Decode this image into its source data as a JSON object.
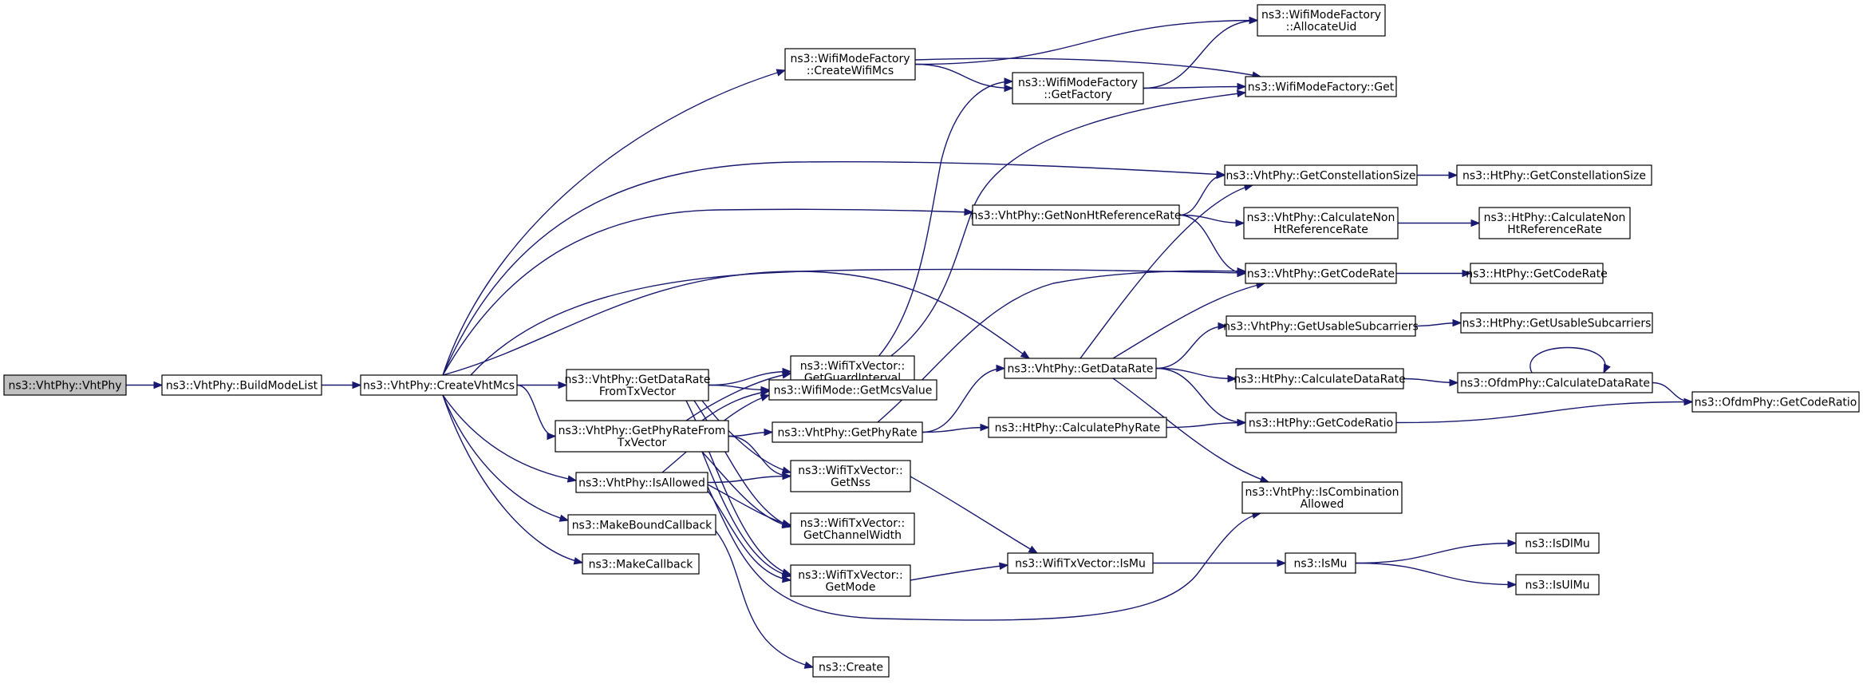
{
  "nodes": [
    {
      "id": "VhtPhy",
      "lines": [
        "ns3::VhtPhy::VhtPhy"
      ],
      "root": true
    },
    {
      "id": "BuildModeList",
      "lines": [
        "ns3::VhtPhy::BuildModeList"
      ]
    },
    {
      "id": "CreateVhtMcs",
      "lines": [
        "ns3::VhtPhy::CreateVhtMcs"
      ]
    },
    {
      "id": "CreateWifiMcs",
      "lines": [
        "ns3::WifiModeFactory",
        "::CreateWifiMcs"
      ]
    },
    {
      "id": "GetFactory",
      "lines": [
        "ns3::WifiModeFactory",
        "::GetFactory"
      ]
    },
    {
      "id": "AllocateUid",
      "lines": [
        "ns3::WifiModeFactory",
        "::AllocateUid"
      ]
    },
    {
      "id": "FactoryGet",
      "lines": [
        "ns3::WifiModeFactory::Get"
      ]
    },
    {
      "id": "VhtGetConstellationSize",
      "lines": [
        "ns3::VhtPhy::GetConstellationSize"
      ]
    },
    {
      "id": "HtGetConstellationSize",
      "lines": [
        "ns3::HtPhy::GetConstellationSize"
      ]
    },
    {
      "id": "GetNonHtReferenceRate",
      "lines": [
        "ns3::VhtPhy::GetNonHtReferenceRate"
      ]
    },
    {
      "id": "VhtCalculateNonHt",
      "lines": [
        "ns3::VhtPhy::CalculateNon",
        "HtReferenceRate"
      ]
    },
    {
      "id": "HtCalculateNonHt",
      "lines": [
        "ns3::HtPhy::CalculateNon",
        "HtReferenceRate"
      ]
    },
    {
      "id": "VhtGetCodeRate",
      "lines": [
        "ns3::VhtPhy::GetCodeRate"
      ]
    },
    {
      "id": "HtGetCodeRate",
      "lines": [
        "ns3::HtPhy::GetCodeRate"
      ]
    },
    {
      "id": "VhtGetUsableSubcarriers",
      "lines": [
        "ns3::VhtPhy::GetUsableSubcarriers"
      ]
    },
    {
      "id": "HtGetUsableSubcarriers",
      "lines": [
        "ns3::HtPhy::GetUsableSubcarriers"
      ]
    },
    {
      "id": "GetDataRateFromTxVector",
      "lines": [
        "ns3::VhtPhy::GetDataRate",
        "FromTxVector"
      ]
    },
    {
      "id": "GetGuardInterval",
      "lines": [
        "ns3::WifiTxVector::",
        "GetGuardInterval"
      ]
    },
    {
      "id": "GetMcsValue",
      "lines": [
        "ns3::WifiMode::GetMcsValue"
      ]
    },
    {
      "id": "VhtGetDataRate",
      "lines": [
        "ns3::VhtPhy::GetDataRate"
      ]
    },
    {
      "id": "HtCalculateDataRate",
      "lines": [
        "ns3::HtPhy::CalculateDataRate"
      ]
    },
    {
      "id": "OfdmCalculateDataRate",
      "lines": [
        "ns3::OfdmPhy::CalculateDataRate"
      ]
    },
    {
      "id": "OfdmGetCodeRatio",
      "lines": [
        "ns3::OfdmPhy::GetCodeRatio"
      ]
    },
    {
      "id": "GetPhyRateFromTxVector",
      "lines": [
        "ns3::VhtPhy::GetPhyRateFrom",
        "TxVector"
      ]
    },
    {
      "id": "VhtGetPhyRate",
      "lines": [
        "ns3::VhtPhy::GetPhyRate"
      ]
    },
    {
      "id": "HtCalculatePhyRate",
      "lines": [
        "ns3::HtPhy::CalculatePhyRate"
      ]
    },
    {
      "id": "HtGetCodeRatio",
      "lines": [
        "ns3::HtPhy::GetCodeRatio"
      ]
    },
    {
      "id": "IsAllowed",
      "lines": [
        "ns3::VhtPhy::IsAllowed"
      ]
    },
    {
      "id": "GetNss",
      "lines": [
        "ns3::WifiTxVector::",
        "GetNss"
      ]
    },
    {
      "id": "IsCombinationAllowed",
      "lines": [
        "ns3::VhtPhy::IsCombination",
        "Allowed"
      ]
    },
    {
      "id": "MakeBoundCallback",
      "lines": [
        "ns3::MakeBoundCallback"
      ]
    },
    {
      "id": "GetChannelWidth",
      "lines": [
        "ns3::WifiTxVector::",
        "GetChannelWidth"
      ]
    },
    {
      "id": "MakeCallback",
      "lines": [
        "ns3::MakeCallback"
      ]
    },
    {
      "id": "GetMode",
      "lines": [
        "ns3::WifiTxVector::",
        "GetMode"
      ]
    },
    {
      "id": "TxIsMu",
      "lines": [
        "ns3::WifiTxVector::IsMu"
      ]
    },
    {
      "id": "IsMu",
      "lines": [
        "ns3::IsMu"
      ]
    },
    {
      "id": "IsDlMu",
      "lines": [
        "ns3::IsDlMu"
      ]
    },
    {
      "id": "IsUlMu",
      "lines": [
        "ns3::IsUlMu"
      ]
    },
    {
      "id": "Create",
      "lines": [
        "ns3::Create"
      ]
    }
  ],
  "edges": [
    [
      "VhtPhy",
      "BuildModeList"
    ],
    [
      "BuildModeList",
      "CreateVhtMcs"
    ],
    [
      "CreateVhtMcs",
      "CreateWifiMcs"
    ],
    [
      "CreateVhtMcs",
      "VhtGetConstellationSize"
    ],
    [
      "CreateVhtMcs",
      "GetNonHtReferenceRate"
    ],
    [
      "CreateVhtMcs",
      "VhtGetCodeRate"
    ],
    [
      "CreateVhtMcs",
      "GetDataRateFromTxVector"
    ],
    [
      "CreateVhtMcs",
      "VhtGetDataRate"
    ],
    [
      "CreateVhtMcs",
      "GetPhyRateFromTxVector"
    ],
    [
      "CreateVhtMcs",
      "IsAllowed"
    ],
    [
      "CreateVhtMcs",
      "MakeBoundCallback"
    ],
    [
      "CreateVhtMcs",
      "MakeCallback"
    ],
    [
      "CreateWifiMcs",
      "AllocateUid"
    ],
    [
      "CreateWifiMcs",
      "FactoryGet"
    ],
    [
      "CreateWifiMcs",
      "GetFactory"
    ],
    [
      "GetFactory",
      "AllocateUid"
    ],
    [
      "GetFactory",
      "FactoryGet"
    ],
    [
      "VhtGetConstellationSize",
      "HtGetConstellationSize"
    ],
    [
      "GetNonHtReferenceRate",
      "VhtGetConstellationSize"
    ],
    [
      "GetNonHtReferenceRate",
      "VhtCalculateNonHt"
    ],
    [
      "GetNonHtReferenceRate",
      "VhtGetCodeRate"
    ],
    [
      "VhtCalculateNonHt",
      "HtCalculateNonHt"
    ],
    [
      "VhtGetCodeRate",
      "HtGetCodeRate"
    ],
    [
      "VhtGetUsableSubcarriers",
      "HtGetUsableSubcarriers"
    ],
    [
      "GetDataRateFromTxVector",
      "GetGuardInterval"
    ],
    [
      "GetDataRateFromTxVector",
      "GetMcsValue"
    ],
    [
      "GetDataRateFromTxVector",
      "GetNss"
    ],
    [
      "GetDataRateFromTxVector",
      "GetChannelWidth"
    ],
    [
      "GetDataRateFromTxVector",
      "GetMode"
    ],
    [
      "GetMcsValue",
      "GetFactory"
    ],
    [
      "GetMcsValue",
      "FactoryGet"
    ],
    [
      "VhtGetDataRate",
      "VhtGetConstellationSize"
    ],
    [
      "VhtGetDataRate",
      "VhtGetCodeRate"
    ],
    [
      "VhtGetDataRate",
      "VhtGetUsableSubcarriers"
    ],
    [
      "VhtGetDataRate",
      "HtCalculateDataRate"
    ],
    [
      "VhtGetDataRate",
      "HtGetCodeRatio"
    ],
    [
      "VhtGetDataRate",
      "IsCombinationAllowed"
    ],
    [
      "HtCalculateDataRate",
      "OfdmCalculateDataRate"
    ],
    [
      "OfdmCalculateDataRate",
      "OfdmCalculateDataRate"
    ],
    [
      "OfdmCalculateDataRate",
      "OfdmGetCodeRatio"
    ],
    [
      "GetPhyRateFromTxVector",
      "GetGuardInterval"
    ],
    [
      "GetPhyRateFromTxVector",
      "GetMcsValue"
    ],
    [
      "GetPhyRateFromTxVector",
      "VhtGetPhyRate"
    ],
    [
      "GetPhyRateFromTxVector",
      "GetNss"
    ],
    [
      "GetPhyRateFromTxVector",
      "GetChannelWidth"
    ],
    [
      "GetPhyRateFromTxVector",
      "GetMode"
    ],
    [
      "VhtGetPhyRate",
      "VhtGetDataRate"
    ],
    [
      "VhtGetPhyRate",
      "VhtGetCodeRate"
    ],
    [
      "VhtGetPhyRate",
      "HtCalculatePhyRate"
    ],
    [
      "HtCalculatePhyRate",
      "HtGetCodeRatio"
    ],
    [
      "HtGetCodeRatio",
      "OfdmGetCodeRatio"
    ],
    [
      "IsAllowed",
      "GetMcsValue"
    ],
    [
      "IsAllowed",
      "GetNss"
    ],
    [
      "IsAllowed",
      "GetChannelWidth"
    ],
    [
      "IsAllowed",
      "GetMode"
    ],
    [
      "IsAllowed",
      "IsCombinationAllowed"
    ],
    [
      "MakeBoundCallback",
      "Create"
    ],
    [
      "GetNss",
      "TxIsMu"
    ],
    [
      "GetMode",
      "TxIsMu"
    ],
    [
      "TxIsMu",
      "IsMu"
    ],
    [
      "IsMu",
      "IsDlMu"
    ],
    [
      "IsMu",
      "IsUlMu"
    ]
  ]
}
